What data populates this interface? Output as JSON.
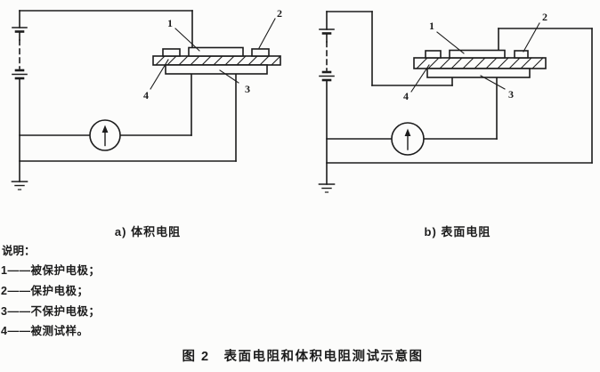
{
  "figure": {
    "caption": "图 2　表面电阻和体积电阻测试示意图",
    "legend": {
      "title": "说明：",
      "items": [
        "1——被保护电极；",
        "2——保护电极；",
        "3——不保护电极；",
        "4——被测试样。"
      ]
    },
    "diagram_a": {
      "label": "a) 体积电阻",
      "callout_1": "1",
      "callout_2": "2",
      "callout_3": "3",
      "callout_4": "4"
    },
    "diagram_b": {
      "label": "b) 表面电阻",
      "callout_1": "1",
      "callout_2": "2",
      "callout_3": "3",
      "callout_4": "4"
    },
    "colors": {
      "ink": "#1c1c1c",
      "paper": "#fcfcfb"
    }
  }
}
